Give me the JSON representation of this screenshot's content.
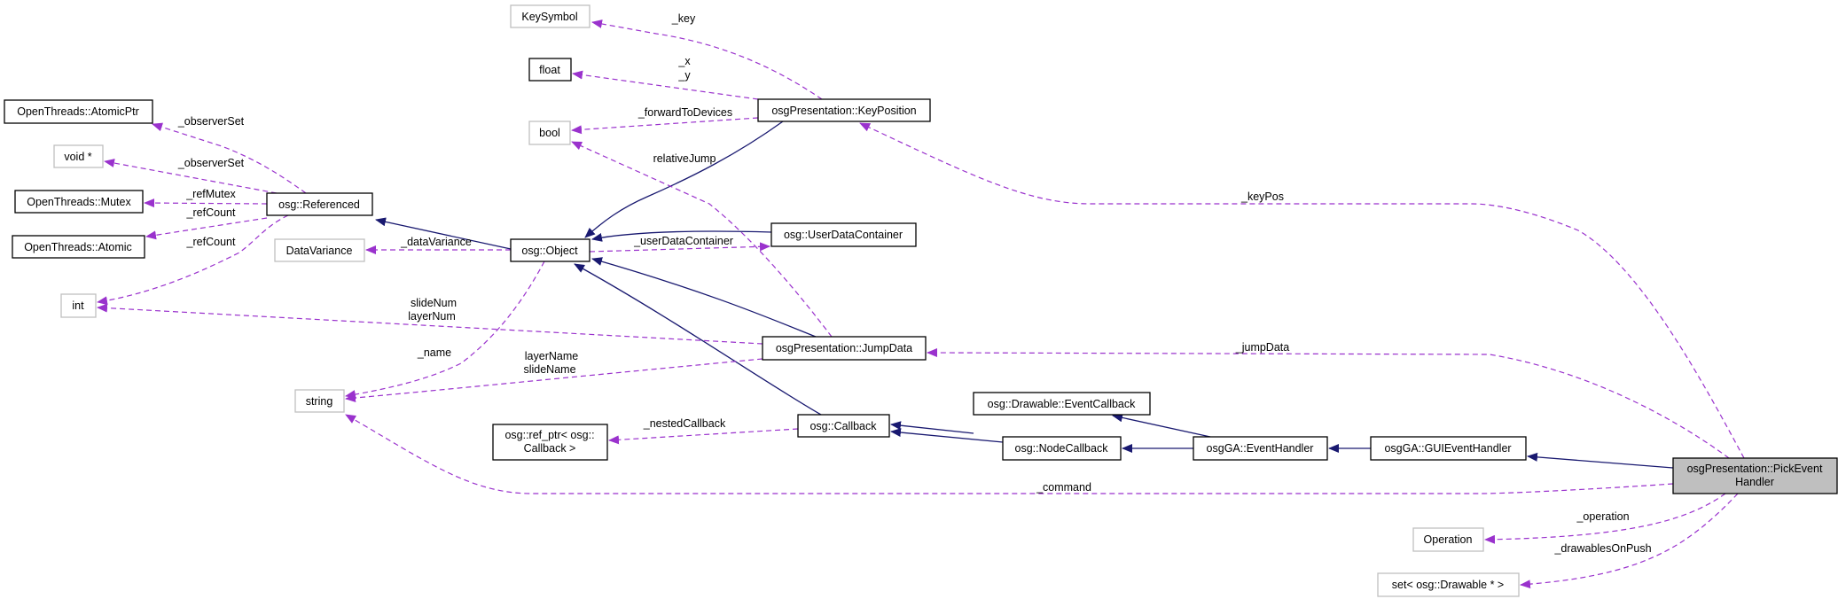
{
  "colors": {
    "inheritance": "#191970",
    "usage": "#9a32cd",
    "focus_fill": "#bfbfbf"
  },
  "nodes": {
    "pick_event_handler": [
      "osgPresentation::PickEvent",
      "Handler"
    ],
    "gui_event_handler": "osgGA::GUIEventHandler",
    "event_handler": "osgGA::EventHandler",
    "drawable_event_callback": "osg::Drawable::EventCallback",
    "node_callback": "osg::NodeCallback",
    "callback": "osg::Callback",
    "ref_ptr_callback": [
      "osg::ref_ptr< osg::",
      "Callback >"
    ],
    "object": "osg::Object",
    "referenced": "osg::Referenced",
    "user_data_container": "osg::UserDataContainer",
    "key_position": "osgPresentation::KeyPosition",
    "jump_data": "osgPresentation::JumpData",
    "key_symbol": "KeySymbol",
    "float": "float",
    "bool": "bool",
    "atomic_ptr": "OpenThreads::AtomicPtr",
    "void_ptr": "void *",
    "mutex": "OpenThreads::Mutex",
    "atomic": "OpenThreads::Atomic",
    "int": "int",
    "data_variance": "DataVariance",
    "string": "string",
    "operation": "Operation",
    "drawable_set": "set< osg::Drawable * >"
  },
  "edge_labels": {
    "key": "_key",
    "x": "_x",
    "y": "_y",
    "forward_to_devices": "_forwardToDevices",
    "relative_jump": "relativeJump",
    "observer_set_1": "_observerSet",
    "observer_set_2": "_observerSet",
    "ref_mutex": "_refMutex",
    "ref_count_1": "_refCount",
    "ref_count_2": "_refCount",
    "data_variance": "_dataVariance",
    "user_data_container": "_userDataContainer",
    "slide_num": "slideNum",
    "layer_num": "layerNum",
    "name": "_name",
    "layer_name": "layerName",
    "slide_name": "slideName",
    "nested_callback": "_nestedCallback",
    "key_pos": "_keyPos",
    "jump_data": "_jumpData",
    "command": "_command",
    "operation": "_operation",
    "drawables_on_push": "_drawablesOnPush"
  }
}
